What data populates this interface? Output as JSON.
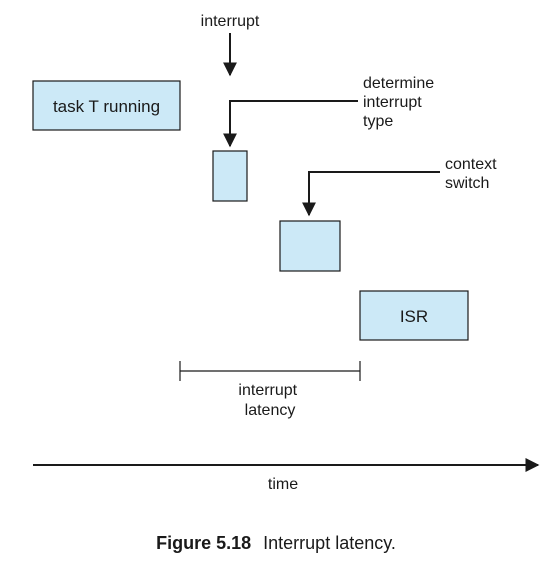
{
  "diagram": {
    "interrupt_label": "interrupt",
    "task_box_label": "task T running",
    "determine_label": [
      "determine",
      "interrupt",
      "type"
    ],
    "context_switch_label": [
      "context",
      "switch"
    ],
    "isr_label": "ISR",
    "latency_label": [
      "interrupt",
      "latency"
    ],
    "time_label": "time"
  },
  "caption": {
    "number": "Figure 5.18",
    "text": "Interrupt latency."
  },
  "colors": {
    "box_fill": "#cce9f7",
    "stroke": "#1a1a1a"
  }
}
